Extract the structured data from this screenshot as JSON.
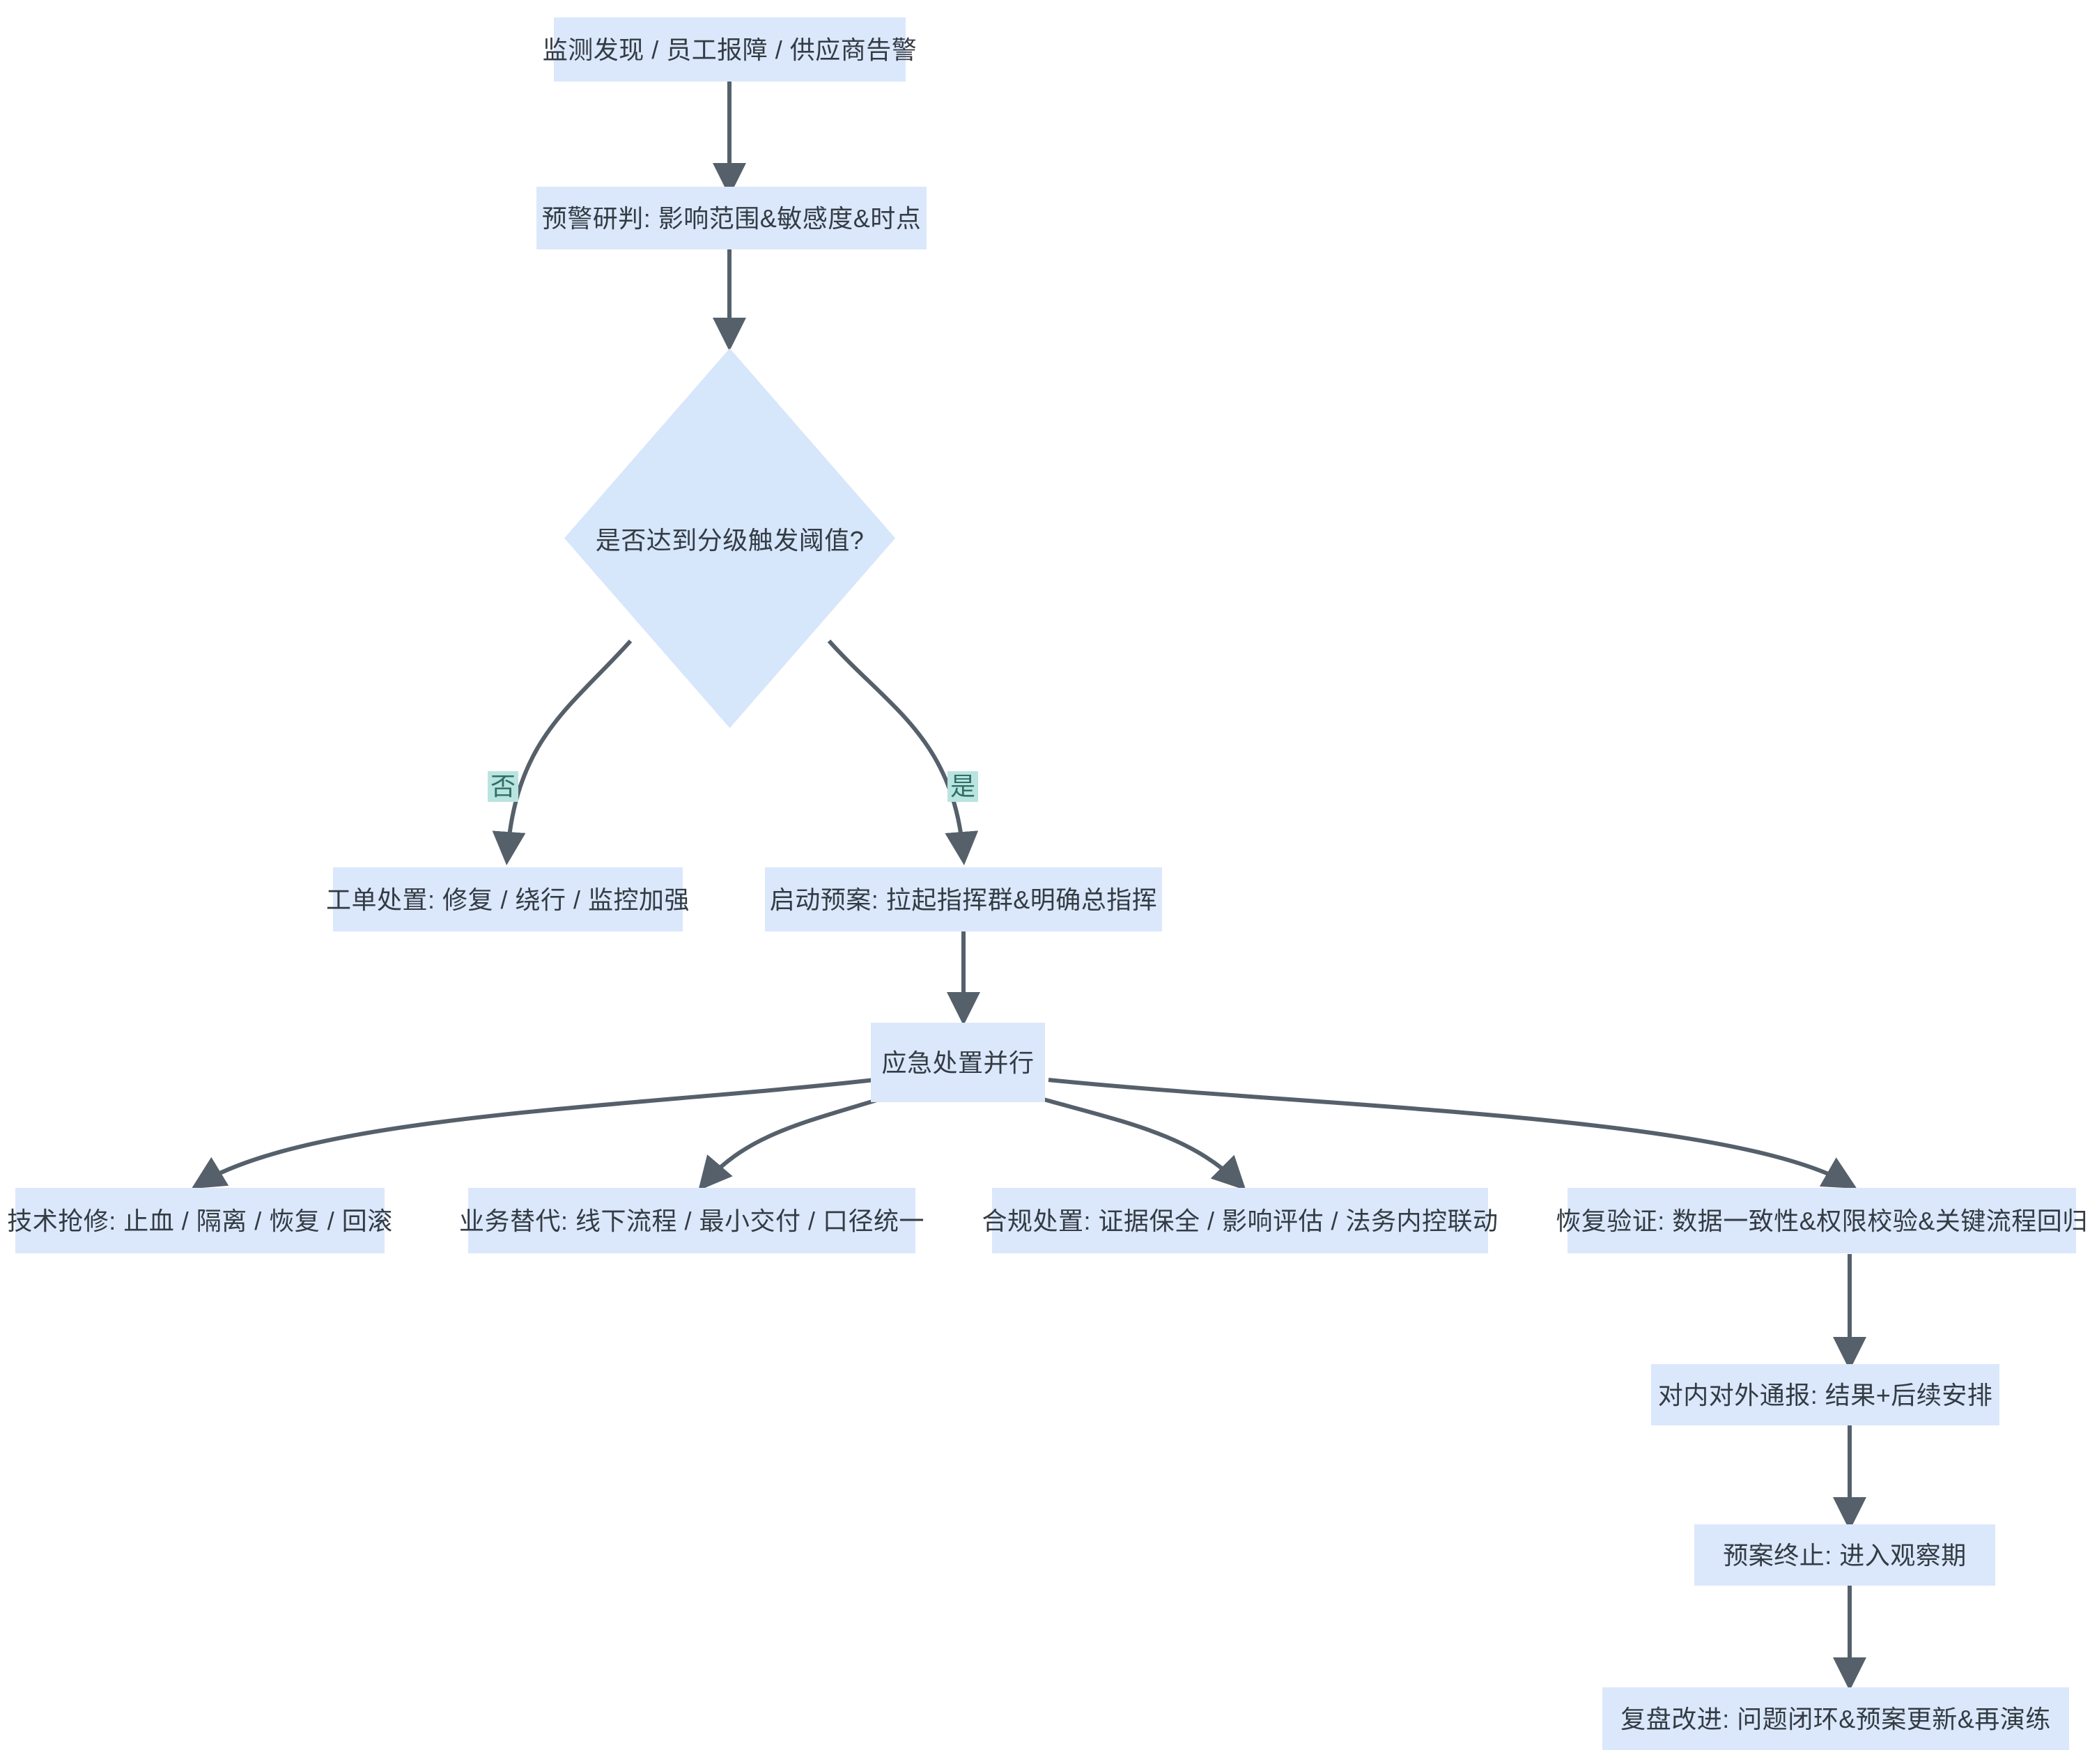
{
  "diagram": {
    "type": "flowchart",
    "direction": "top-down",
    "theme": {
      "node_fill": "#dbe8fb",
      "decision_fill": "#d6e6fb",
      "node_text": "#333b44",
      "edge_color": "#55606b",
      "edge_label_fill": "#b9e4e0",
      "edge_label_text": "#2f6f66",
      "background": "#ffffff"
    },
    "nodes": [
      {
        "id": "n1",
        "shape": "rect",
        "label": "监测发现 / 员工报障 / 供应商告警"
      },
      {
        "id": "n2",
        "shape": "rect",
        "label": "预警研判: 影响范围&敏感度&时点"
      },
      {
        "id": "n3",
        "shape": "diamond",
        "label": "是否达到分级触发阈值?"
      },
      {
        "id": "n4",
        "shape": "rect",
        "label": "工单处置: 修复 / 绕行 / 监控加强"
      },
      {
        "id": "n5",
        "shape": "rect",
        "label": "启动预案: 拉起指挥群&明确总指挥"
      },
      {
        "id": "n6",
        "shape": "rect",
        "label": "应急处置并行"
      },
      {
        "id": "n7",
        "shape": "rect",
        "label": "技术抢修: 止血 / 隔离 / 恢复 / 回滚"
      },
      {
        "id": "n8",
        "shape": "rect",
        "label": "业务替代: 线下流程 / 最小交付 / 口径统一"
      },
      {
        "id": "n9",
        "shape": "rect",
        "label": "合规处置: 证据保全 / 影响评估 / 法务内控联动"
      },
      {
        "id": "n10",
        "shape": "rect",
        "label": "恢复验证: 数据一致性&权限校验&关键流程回归"
      },
      {
        "id": "n11",
        "shape": "rect",
        "label": "对内对外通报: 结果+后续安排"
      },
      {
        "id": "n12",
        "shape": "rect",
        "label": "预案终止: 进入观察期"
      },
      {
        "id": "n13",
        "shape": "rect",
        "label": "复盘改进: 问题闭环&预案更新&再演练"
      }
    ],
    "edges": [
      {
        "from": "n1",
        "to": "n2",
        "label": ""
      },
      {
        "from": "n2",
        "to": "n3",
        "label": ""
      },
      {
        "from": "n3",
        "to": "n4",
        "label": "否"
      },
      {
        "from": "n3",
        "to": "n5",
        "label": "是"
      },
      {
        "from": "n5",
        "to": "n6",
        "label": ""
      },
      {
        "from": "n6",
        "to": "n7",
        "label": ""
      },
      {
        "from": "n6",
        "to": "n8",
        "label": ""
      },
      {
        "from": "n6",
        "to": "n9",
        "label": ""
      },
      {
        "from": "n6",
        "to": "n10",
        "label": ""
      },
      {
        "from": "n10",
        "to": "n11",
        "label": ""
      },
      {
        "from": "n11",
        "to": "n12",
        "label": ""
      },
      {
        "from": "n12",
        "to": "n13",
        "label": ""
      }
    ],
    "edge_labels": {
      "no": "否",
      "yes": "是"
    }
  }
}
